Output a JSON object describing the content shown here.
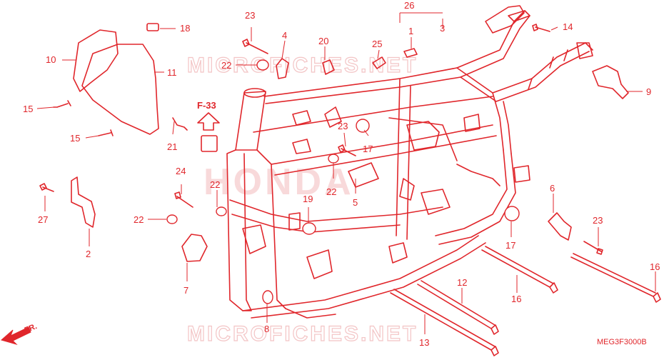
{
  "watermark": {
    "text": "MICROFICHES.NET",
    "brand": "HONDA"
  },
  "diagram_code": "MEG3F3000B",
  "reference": {
    "label": "F-33"
  },
  "front_label": "FR.",
  "colors": {
    "line": "#e0262b",
    "watermark": "#f3c5c6",
    "background": "#ffffff"
  },
  "callouts": [
    "1",
    "2",
    "3",
    "4",
    "5",
    "6",
    "7",
    "8",
    "9",
    "10",
    "11",
    "12",
    "13",
    "14",
    "15",
    "15",
    "16",
    "16",
    "17",
    "17",
    "18",
    "19",
    "20",
    "21",
    "22",
    "22",
    "22",
    "22",
    "23",
    "23",
    "23",
    "24",
    "25",
    "26",
    "27"
  ]
}
